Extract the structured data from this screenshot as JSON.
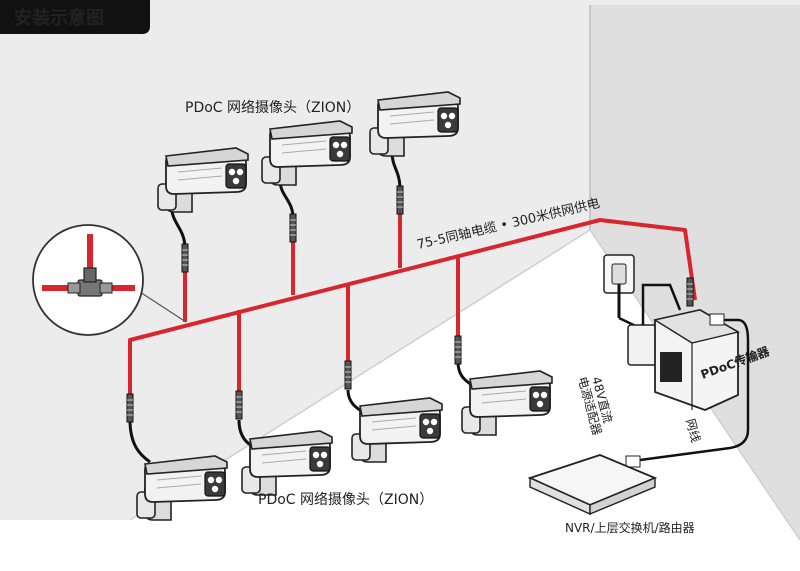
{
  "title": "安装示意图",
  "labels": {
    "cameras_top": "PDoC 网络摄像头（ZION）",
    "cameras_bottom": "PDoC 网络摄像头（ZION）",
    "coax": "75-5同轴电缆 • 300米供网供电",
    "adapter_line1": "48V直流",
    "adapter_line2": "电源适配器",
    "transmitter": "PDoC传输器",
    "network_cable": "网线",
    "nvr": "NVR/上层交换机/路由器"
  },
  "colors": {
    "cable": "#d7262e",
    "wall": "#ececec",
    "wall_right": "#dedede",
    "title_bg": "#111111",
    "title_fg": "#ffffff"
  },
  "icons": [
    "camera-icon",
    "t-connector-icon",
    "power-socket-icon",
    "power-adapter-icon",
    "transmitter-icon",
    "rj45-plug-icon",
    "nvr-icon"
  ]
}
